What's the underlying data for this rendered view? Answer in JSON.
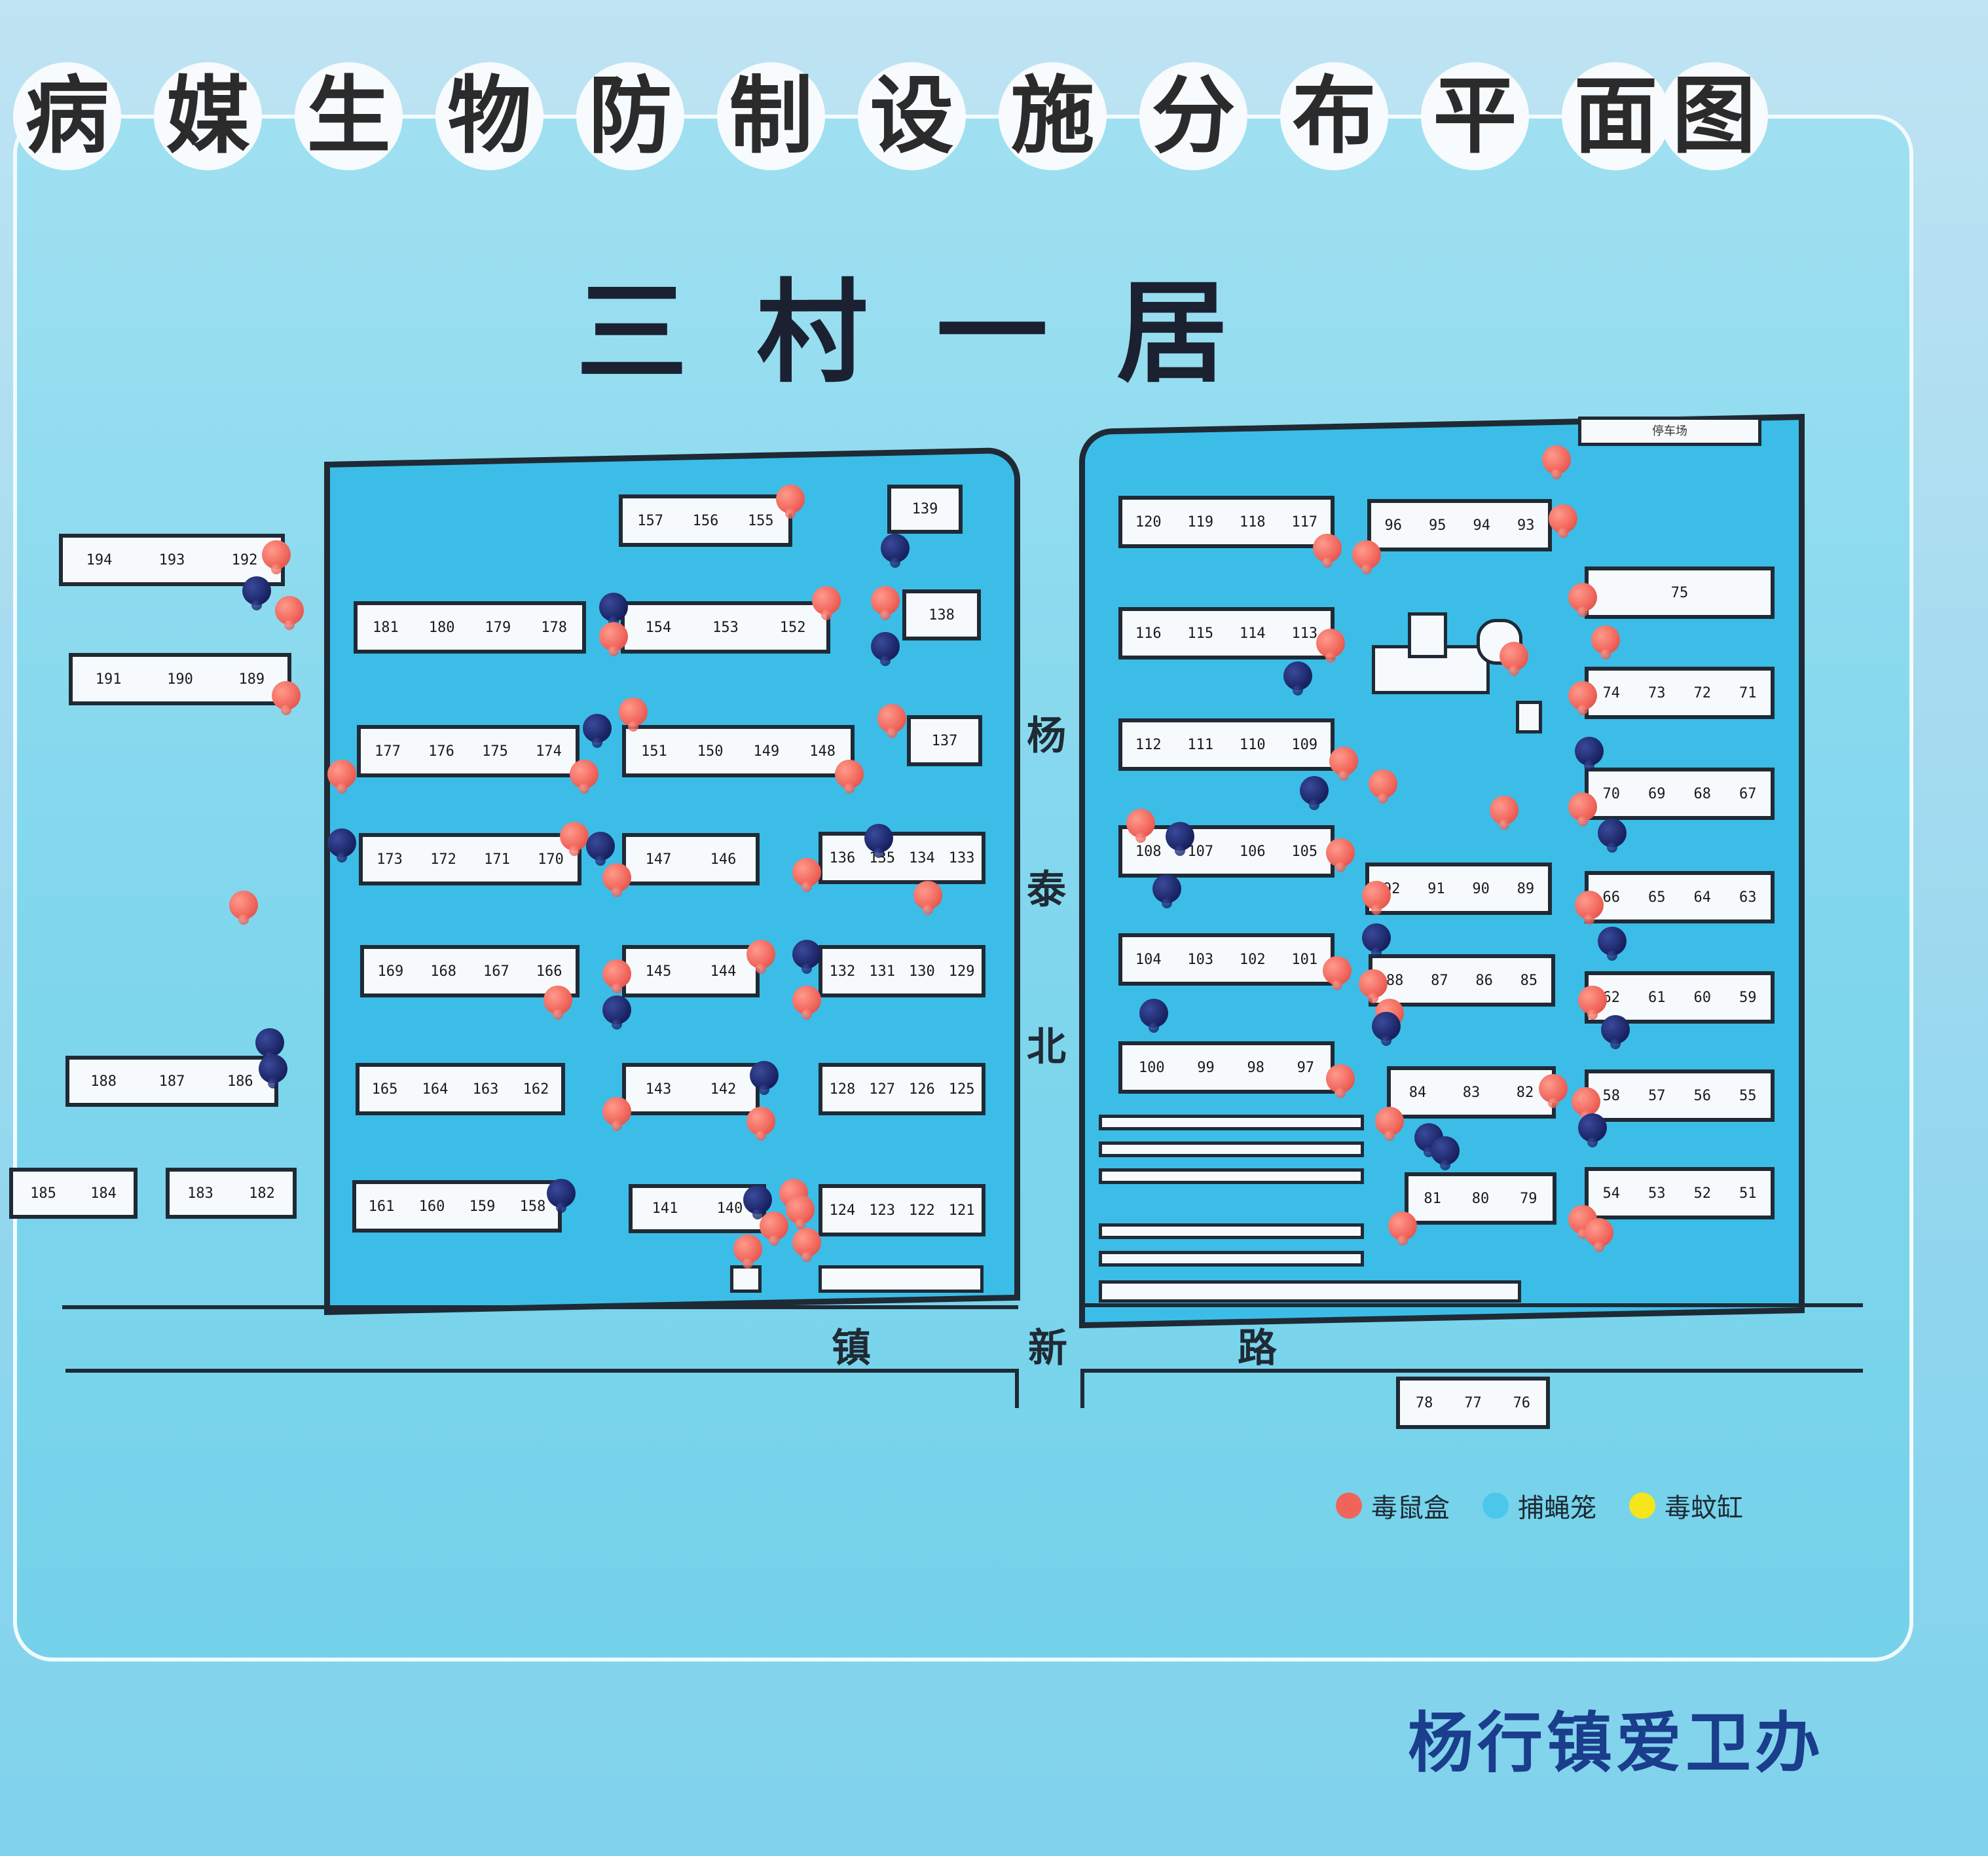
{
  "title_chars": [
    "病",
    "媒",
    "生",
    "物",
    "防",
    "制",
    "设",
    "施",
    "分",
    "布",
    "平",
    "面",
    "图"
  ],
  "subtitle": "三村一居",
  "road_labels": {
    "vertical": [
      "杨",
      "泰",
      "北"
    ],
    "horizontal": [
      "镇",
      "新",
      "路"
    ]
  },
  "top_right_label": "停车场",
  "legend": [
    {
      "label": "毒鼠盒",
      "color": "#f0645a"
    },
    {
      "label": "捕蝇笼",
      "color": "#4cc7ec"
    },
    {
      "label": "毒蚊缸",
      "color": "#f5e61c"
    }
  ],
  "footer": "杨行镇爱卫办",
  "colors": {
    "block": "#3bbde8",
    "pin_red": "#f0645a",
    "pin_blue": "#1c2668",
    "footer": "#1a3d8c"
  },
  "buildings": {
    "outside_left": [
      [
        "194",
        "193",
        "192"
      ],
      [
        "191",
        "190",
        "189"
      ],
      [
        "188",
        "187",
        "186"
      ],
      [
        "185",
        "184"
      ],
      [
        "183",
        "182"
      ]
    ],
    "left_block": [
      [
        "157",
        "156",
        "155"
      ],
      [
        "139"
      ],
      [
        "181",
        "180",
        "179",
        "178"
      ],
      [
        "154",
        "153",
        "152"
      ],
      [
        "138"
      ],
      [
        "177",
        "176",
        "175",
        "174"
      ],
      [
        "151",
        "150",
        "149",
        "148"
      ],
      [
        "137"
      ],
      [
        "173",
        "172",
        "171",
        "170"
      ],
      [
        "147",
        "146"
      ],
      [
        "136",
        "135",
        "134",
        "133"
      ],
      [
        "169",
        "168",
        "167",
        "166"
      ],
      [
        "145",
        "144"
      ],
      [
        "132",
        "131",
        "130",
        "129"
      ],
      [
        "165",
        "164",
        "163",
        "162"
      ],
      [
        "143",
        "142"
      ],
      [
        "128",
        "127",
        "126",
        "125"
      ],
      [
        "161",
        "160",
        "159",
        "158"
      ],
      [
        "141",
        "140"
      ],
      [
        "124",
        "123",
        "122",
        "121"
      ]
    ],
    "right_block": [
      [
        "120",
        "119",
        "118",
        "117"
      ],
      [
        "96",
        "95",
        "94",
        "93"
      ],
      [
        "75"
      ],
      [
        "116",
        "115",
        "114",
        "113"
      ],
      [
        "74",
        "73",
        "72",
        "71"
      ],
      [
        "112",
        "111",
        "110",
        "109"
      ],
      [
        "70",
        "69",
        "68",
        "67"
      ],
      [
        "108",
        "107",
        "106",
        "105"
      ],
      [
        "92",
        "91",
        "90",
        "89"
      ],
      [
        "66",
        "65",
        "64",
        "63"
      ],
      [
        "104",
        "103",
        "102",
        "101"
      ],
      [
        "88",
        "87",
        "86",
        "85"
      ],
      [
        "62",
        "61",
        "60",
        "59"
      ],
      [
        "100",
        "99",
        "98",
        "97"
      ],
      [
        "84",
        "83",
        "82"
      ],
      [
        "58",
        "57",
        "56",
        "55"
      ],
      [
        "81",
        "80",
        "79"
      ],
      [
        "54",
        "53",
        "52",
        "51"
      ]
    ],
    "below_road": [
      [
        "78",
        "77",
        "76"
      ]
    ]
  }
}
